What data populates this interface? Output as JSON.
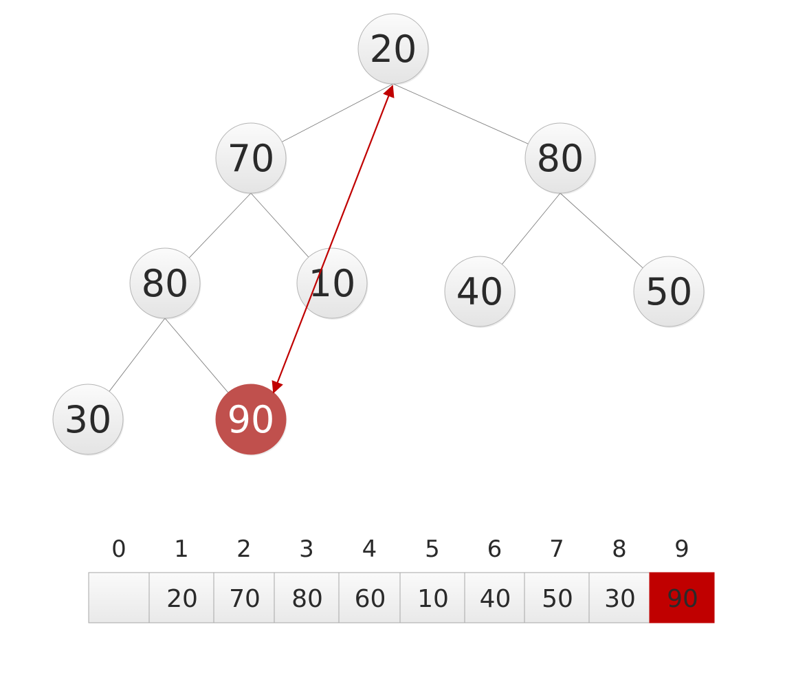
{
  "diagram": {
    "tree": {
      "nodes": [
        {
          "id": "n1",
          "label": "20",
          "highlighted": false
        },
        {
          "id": "n2",
          "label": "70",
          "highlighted": false
        },
        {
          "id": "n3",
          "label": "80",
          "highlighted": false
        },
        {
          "id": "n4",
          "label": "80",
          "highlighted": false
        },
        {
          "id": "n5",
          "label": "10",
          "highlighted": false
        },
        {
          "id": "n6",
          "label": "40",
          "highlighted": false
        },
        {
          "id": "n7",
          "label": "50",
          "highlighted": false
        },
        {
          "id": "n8",
          "label": "30",
          "highlighted": false
        },
        {
          "id": "n9",
          "label": "90",
          "highlighted": true
        }
      ],
      "edges": [
        [
          "n1",
          "n2"
        ],
        [
          "n1",
          "n3"
        ],
        [
          "n2",
          "n4"
        ],
        [
          "n2",
          "n5"
        ],
        [
          "n3",
          "n6"
        ],
        [
          "n3",
          "n7"
        ],
        [
          "n4",
          "n8"
        ],
        [
          "n4",
          "n9"
        ]
      ],
      "swap_arrow": {
        "from": "n1",
        "to": "n9",
        "color": "#c00000"
      }
    },
    "array": {
      "indices": [
        "0",
        "1",
        "2",
        "3",
        "4",
        "5",
        "6",
        "7",
        "8",
        "9"
      ],
      "cells": [
        "",
        "20",
        "70",
        "80",
        "60",
        "10",
        "40",
        "50",
        "30",
        "90"
      ],
      "highlighted_index": 9
    },
    "colors": {
      "node_fill_top": "#fbfbfb",
      "node_fill_bottom": "#e6e6e6",
      "node_stroke": "#b4b4b4",
      "highlight_node": "#c0504d",
      "highlight_cell": "#c00000",
      "edge": "#7f7f7f",
      "arrow": "#c00000"
    }
  }
}
